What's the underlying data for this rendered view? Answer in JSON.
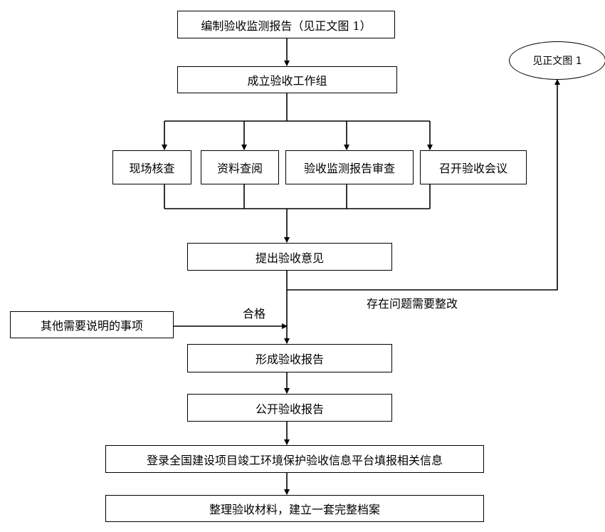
{
  "nodes": {
    "compile_report": "编制验收监测报告（见正文图 1）",
    "form_group": "成立验收工作组",
    "site_check": "现场核查",
    "doc_review": "资料查阅",
    "report_review": "验收监测报告审查",
    "hold_meeting": "召开验收会议",
    "propose_opinion": "提出验收意见",
    "other_matters": "其他需要说明的事项",
    "form_report": "形成验收报告",
    "publish_report": "公开验收报告",
    "register_platform": "登录全国建设项目竣工环境保护验收信息平台填报相关信息",
    "archive": "整理验收材料，建立一套完整档案",
    "ref_figure": "见正文图 1"
  },
  "edge_labels": {
    "qualified": "合格",
    "issues_rectify": "存在问题需要整改"
  }
}
